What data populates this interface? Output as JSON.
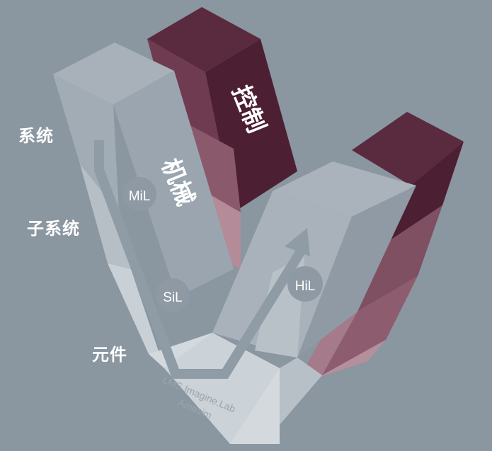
{
  "levels": {
    "system": "系统",
    "subsystem": "子系统",
    "component": "元件"
  },
  "blocks": {
    "mechanical": "机械",
    "control": "控制"
  },
  "stages": {
    "mil": "MiL",
    "sil": "SiL",
    "hil": "HiL"
  },
  "product": {
    "line1": "LMS Imagine.Lab",
    "line2": "Amesim"
  },
  "colors": {
    "background": "#8a96a0",
    "control_dark": "#5a2a3e",
    "control_mid": "#7f4f62",
    "control_light": "#b48f9c",
    "mechanical_face": "#a3adb6",
    "arrow": "#8f9ba5"
  }
}
